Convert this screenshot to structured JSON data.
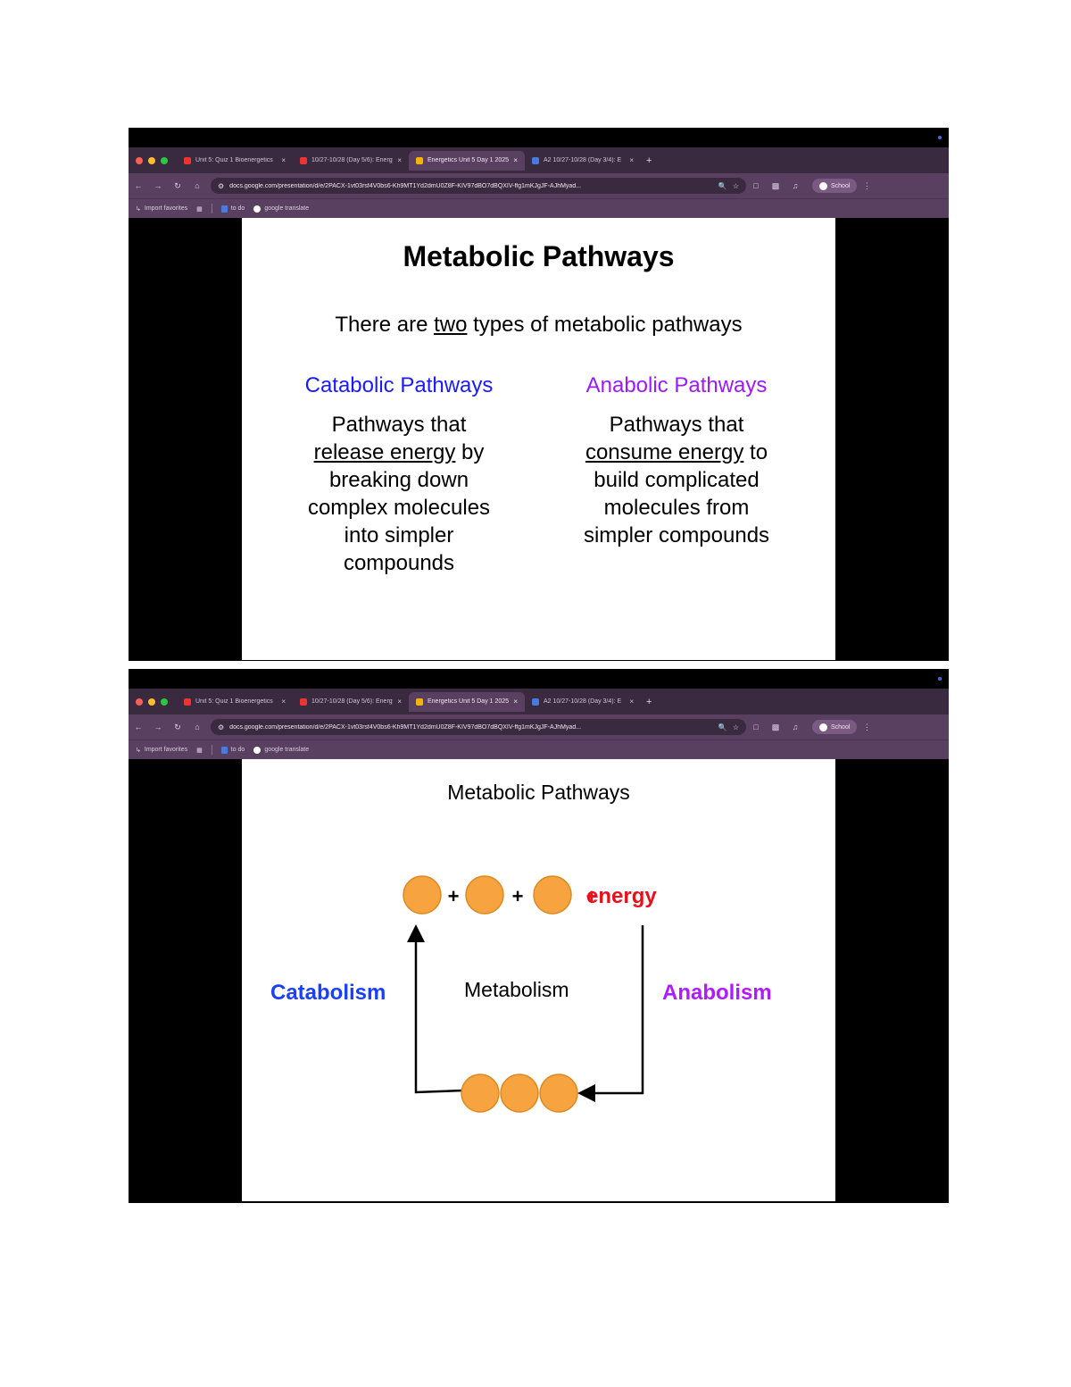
{
  "browser": {
    "tabs": [
      {
        "label": "Unit 5: Quiz 1 Bioenergetics",
        "icon": "red-asterisk-icon",
        "active": false
      },
      {
        "label": "10/27-10/28 (Day 5/6): Energy",
        "icon": "red-asterisk-icon",
        "active": false
      },
      {
        "label": "Energetics Unit 5 Day 1 2025",
        "icon": "slides-icon",
        "active": true
      },
      {
        "label": "A2 10/27-10/28 (Day 3/4): E",
        "icon": "docs-icon",
        "active": false
      }
    ],
    "new_tab_label": "+",
    "url": "docs.google.com/presentation/d/e/2PACX-1vt03rsf4V0bs6-Kh9MT1Yd2dmU0Z8F-KIV97dBO7dBQXIV-ffg1mKJgJF-AJhMyad...",
    "profile_label": "School",
    "bookmarks": [
      {
        "label": "Import favorites",
        "icon": "import-icon"
      },
      {
        "label": "to do",
        "icon": "docs-icon"
      },
      {
        "label": "google translate",
        "icon": "google-icon"
      }
    ],
    "colors": {
      "close": "#ff5f57",
      "minimize": "#febc2e",
      "maximize": "#28c840",
      "tab_strip": "#3a2a40",
      "toolbar": "#5a4060"
    }
  },
  "slide1": {
    "title": "Metabolic Pathways",
    "subtitle_pre": "There are ",
    "subtitle_emph": "two",
    "subtitle_post": " types of metabolic pathways",
    "catabolic": {
      "heading": "Catabolic Pathways",
      "line1": "Pathways that",
      "line2_emph": "release energy",
      "line2_post": " by",
      "line3": "breaking down",
      "line4": "complex molecules",
      "line5": "into simpler",
      "line6": "compounds",
      "color": "#1a1aff"
    },
    "anabolic": {
      "heading": "Anabolic Pathways",
      "line1": "Pathways that",
      "line2_emph": "consume energy",
      "line2_post": " to",
      "line3": "build complicated",
      "line4": "molecules from",
      "line5": "simpler compounds",
      "color": "#9b1aff"
    }
  },
  "slide2": {
    "title": "Metabolic Pathways",
    "plus": "+",
    "energy_plus": "+",
    "energy_label": "energy",
    "center_label": "Metabolism",
    "left_label": "Catabolism",
    "right_label": "Anabolism",
    "molecule_color": "#f7a440"
  }
}
